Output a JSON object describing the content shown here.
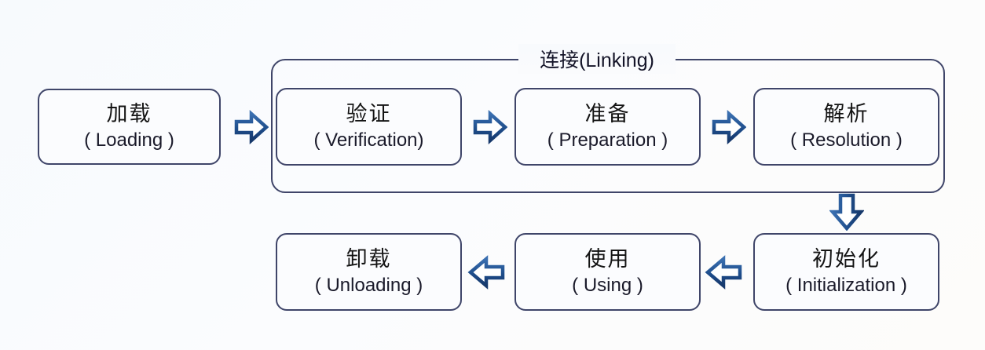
{
  "diagram": {
    "title_group": {
      "label": "连接(Linking)",
      "name": "linking-group"
    },
    "colors": {
      "box_border": "#3f4569",
      "box_fill": "#fbfcfe",
      "arrow_stroke": "#2a5699",
      "arrow_fill": "#ffffff",
      "background": "#f8fafd",
      "text": "#121212"
    },
    "boxes": [
      {
        "id": "loading",
        "cn": "加载",
        "en": "( Loading )"
      },
      {
        "id": "verification",
        "cn": "验证",
        "en": "( Verification)"
      },
      {
        "id": "preparation",
        "cn": "准备",
        "en": "( Preparation )"
      },
      {
        "id": "resolution",
        "cn": "解析",
        "en": "( Resolution )"
      },
      {
        "id": "initialization",
        "cn": "初始化",
        "en": "( Initialization  )"
      },
      {
        "id": "using",
        "cn": "使用",
        "en": "( Using )"
      },
      {
        "id": "unloading",
        "cn": "卸载",
        "en": "( Unloading )"
      }
    ],
    "arrows": [
      {
        "id": "loading-to-verification",
        "direction": "right"
      },
      {
        "id": "verification-to-preparation",
        "direction": "right"
      },
      {
        "id": "preparation-to-resolution",
        "direction": "right"
      },
      {
        "id": "resolution-to-initialization",
        "direction": "down"
      },
      {
        "id": "initialization-to-using",
        "direction": "left"
      },
      {
        "id": "using-to-unloading",
        "direction": "left"
      }
    ]
  }
}
